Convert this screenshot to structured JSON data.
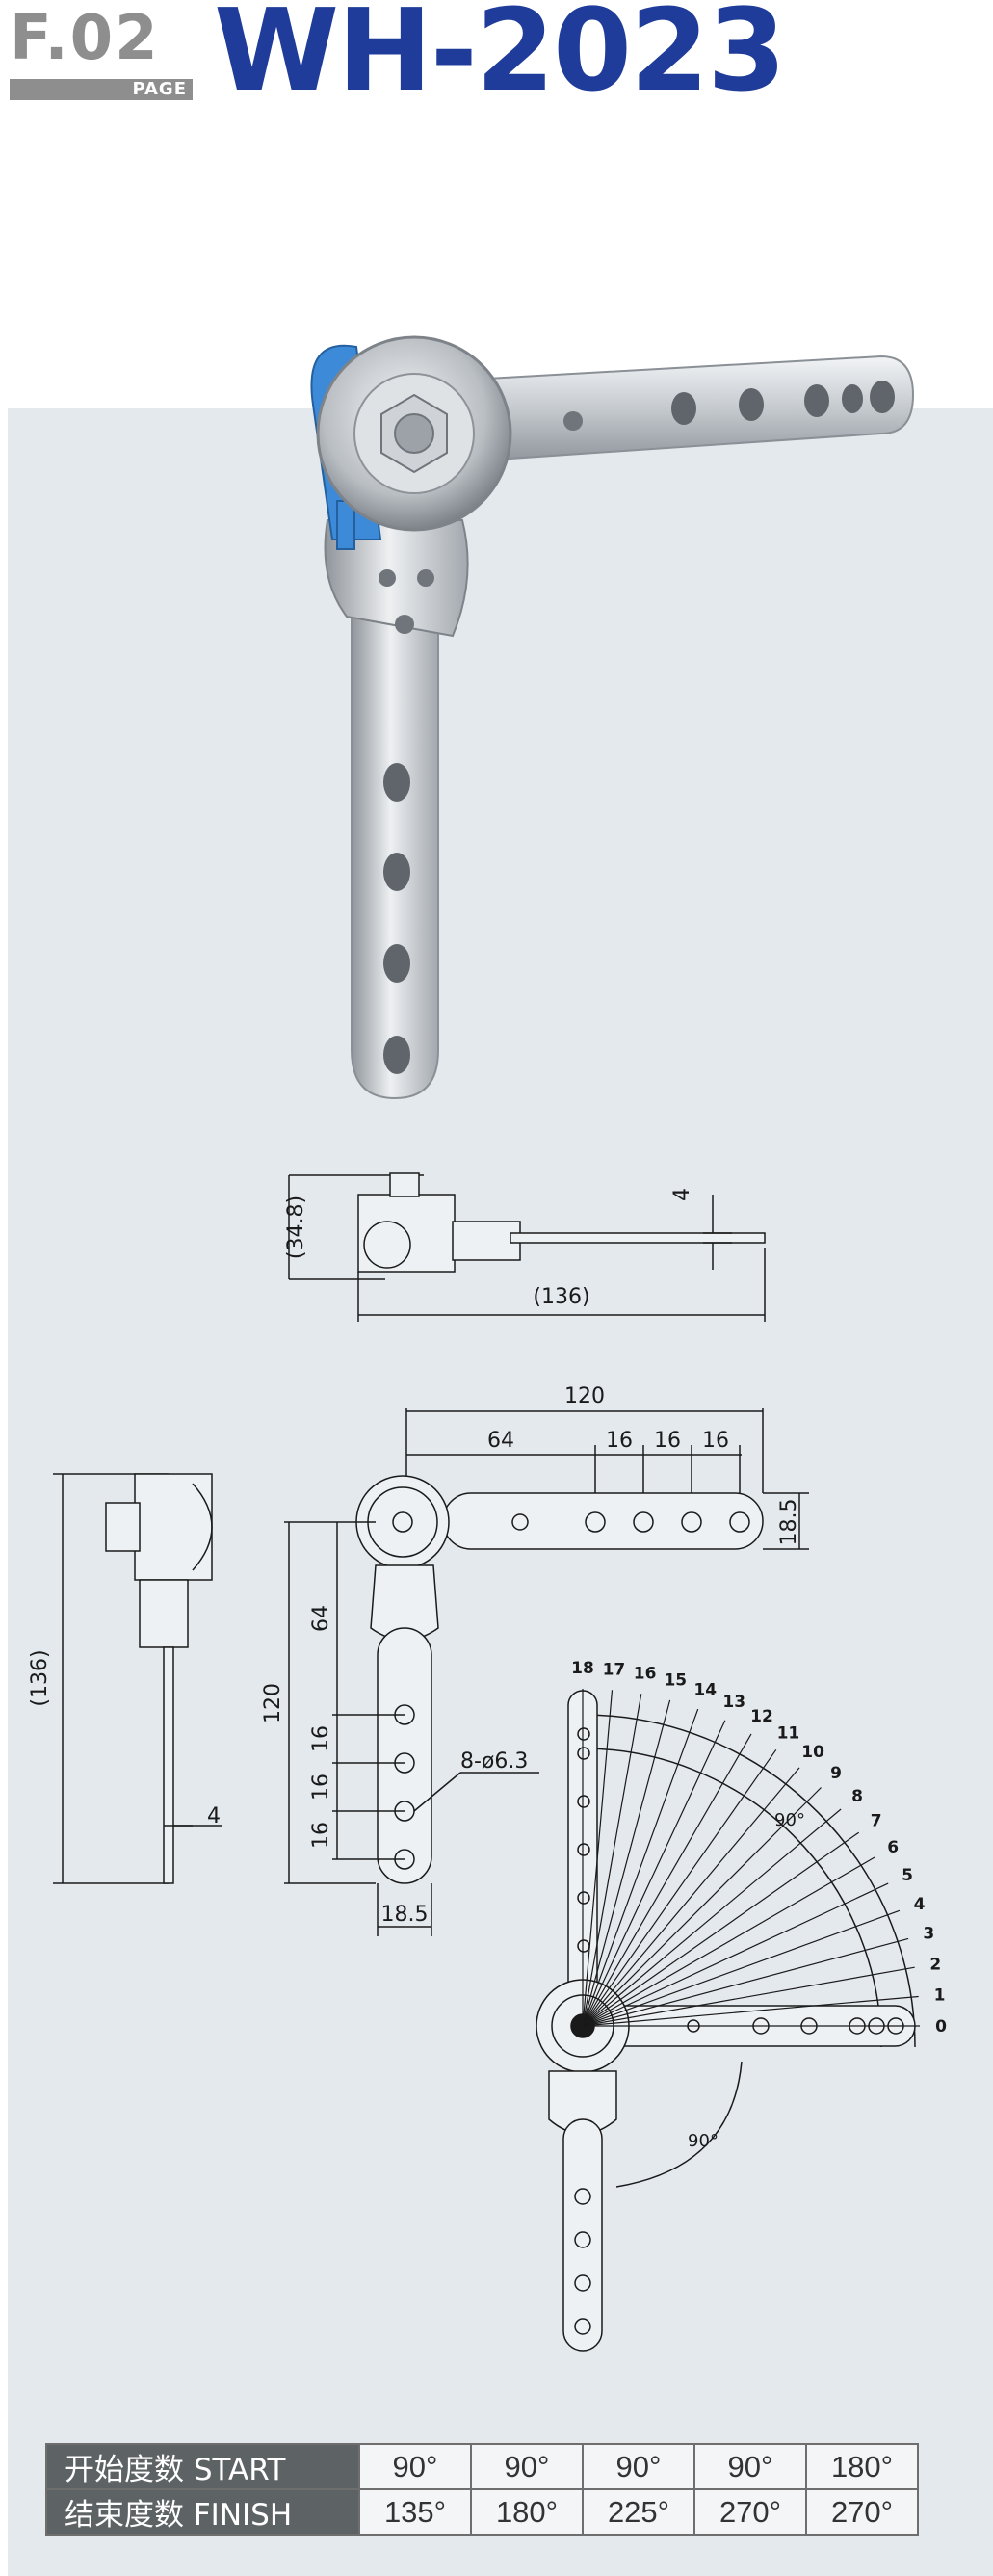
{
  "header": {
    "page_code": "F.02",
    "page_label": "PAGE",
    "model": "WH-2023"
  },
  "side_view": {
    "height_dim": "(34.8)",
    "thickness_dim": "4",
    "length_dim": "(136)"
  },
  "front_view": {
    "overall_width": "120",
    "offset_64": "64",
    "pitch_1": "16",
    "pitch_2": "16",
    "pitch_3": "16",
    "arm_width": "18.5",
    "vertical_120": "120",
    "vertical_64": "64",
    "vpitch_1": "16",
    "vpitch_2": "16",
    "vpitch_3": "16",
    "hole_callout": "8-ø6.3",
    "bottom_width": "18.5"
  },
  "left_view": {
    "height_dim": "(136)",
    "thickness_dim": "4"
  },
  "angle_diagram": {
    "positions": [
      "0",
      "1",
      "2",
      "3",
      "4",
      "5",
      "6",
      "7",
      "8",
      "9",
      "10",
      "11",
      "12",
      "13",
      "14",
      "15",
      "16",
      "17",
      "18"
    ],
    "arc_label_top": "90°",
    "arc_label_bottom": "90°"
  },
  "angle_table": {
    "start_label": "开始度数 START",
    "finish_label": "结束度数 FINISH",
    "start_values": [
      "90°",
      "90°",
      "90°",
      "90°",
      "180°"
    ],
    "finish_values": [
      "135°",
      "180°",
      "225°",
      "270°",
      "270°"
    ]
  },
  "colors": {
    "brand_blue": "#1f3c9a",
    "panel_bg": "#e4e9ee",
    "header_gray": "#8e8e8e",
    "table_header": "#5d6265",
    "cap_blue": "#3c8ad8"
  }
}
